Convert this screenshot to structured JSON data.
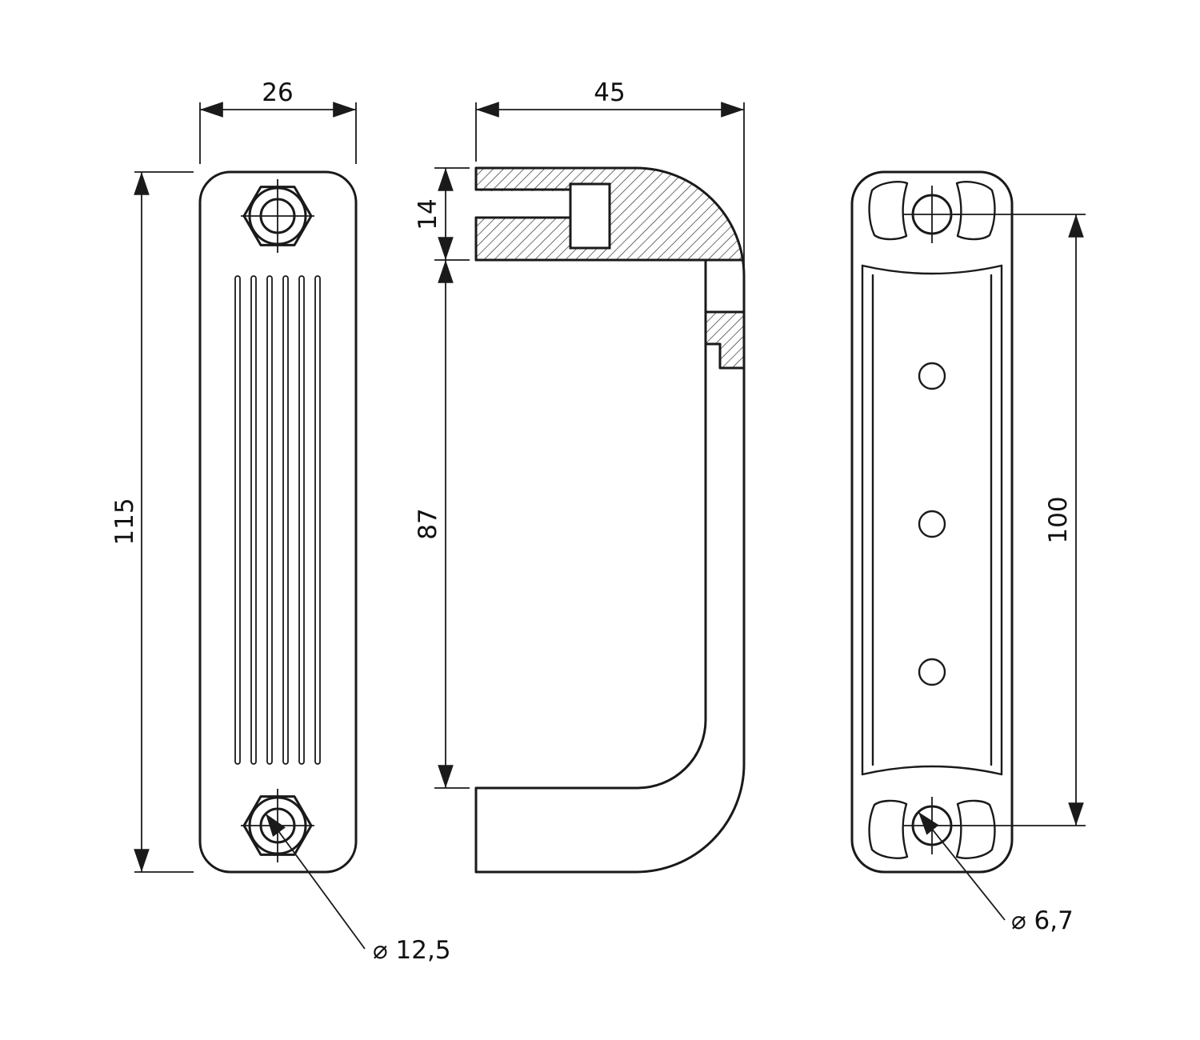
{
  "drawing": {
    "dims": {
      "front_width": "26",
      "front_height": "115",
      "section_depth": "45",
      "section_top_thickness": "14",
      "section_inner_height": "87",
      "back_hole_spacing": "100",
      "front_hole_dia": "⌀ 12,5",
      "back_hole_dia": "⌀ 6,7"
    },
    "colors": {
      "line": "#1a1a1a",
      "background": "#ffffff"
    }
  }
}
